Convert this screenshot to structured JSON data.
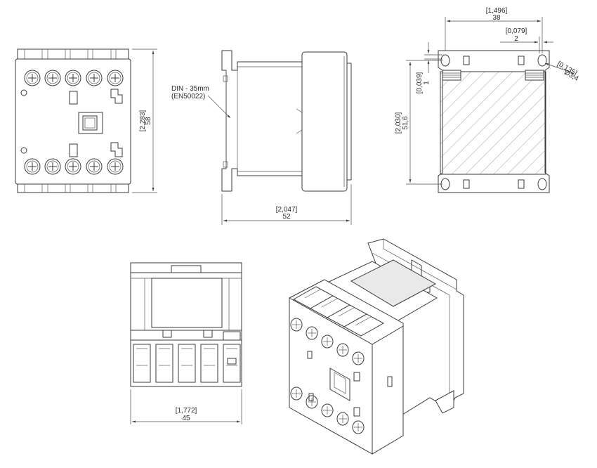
{
  "front_view": {
    "dim_height_in": "[2,283]",
    "dim_height_mm": "58"
  },
  "side_view": {
    "din_label_line1": "DIN - 35mm",
    "din_label_line2": "(EN50022)",
    "dim_width_in": "[2,047]",
    "dim_width_mm": "52"
  },
  "mounting_view": {
    "dim_width_in": "[1,496]",
    "dim_width_mm": "38",
    "dim_small_in": "[0,079]",
    "dim_small_mm": "2",
    "dim_hole_in": "[0,135]",
    "dim_hole_mm": "Ø3,4",
    "dim_offset_in": "[0,039]",
    "dim_offset_mm": "1",
    "dim_height_in": "[2,030]",
    "dim_height_mm": "51,6"
  },
  "top_view": {
    "dim_width_in": "[1,772]",
    "dim_width_mm": "45"
  }
}
